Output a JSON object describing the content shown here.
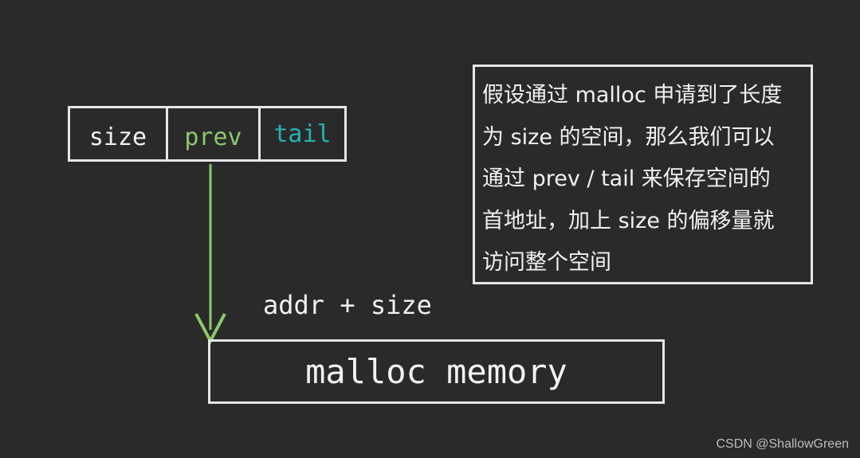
{
  "struct": {
    "fields": [
      "size",
      "prev",
      "tail"
    ]
  },
  "pointer_label": "addr + size",
  "memory_block": "malloc memory",
  "note": {
    "lines": [
      "假设通过 malloc 申请到了长度",
      "为 size 的空间，那么我们可以",
      "通过 prev / tail 来保存空间的",
      "首地址，加上 size 的偏移量就",
      "访问整个空间"
    ]
  },
  "watermark": "CSDN @ShallowGreen",
  "colors": {
    "background": "#2a2a2a",
    "size": "#f2f2f2",
    "prev": "#8cc96a",
    "tail": "#26b3b3",
    "arrow": "#8cc96a"
  }
}
